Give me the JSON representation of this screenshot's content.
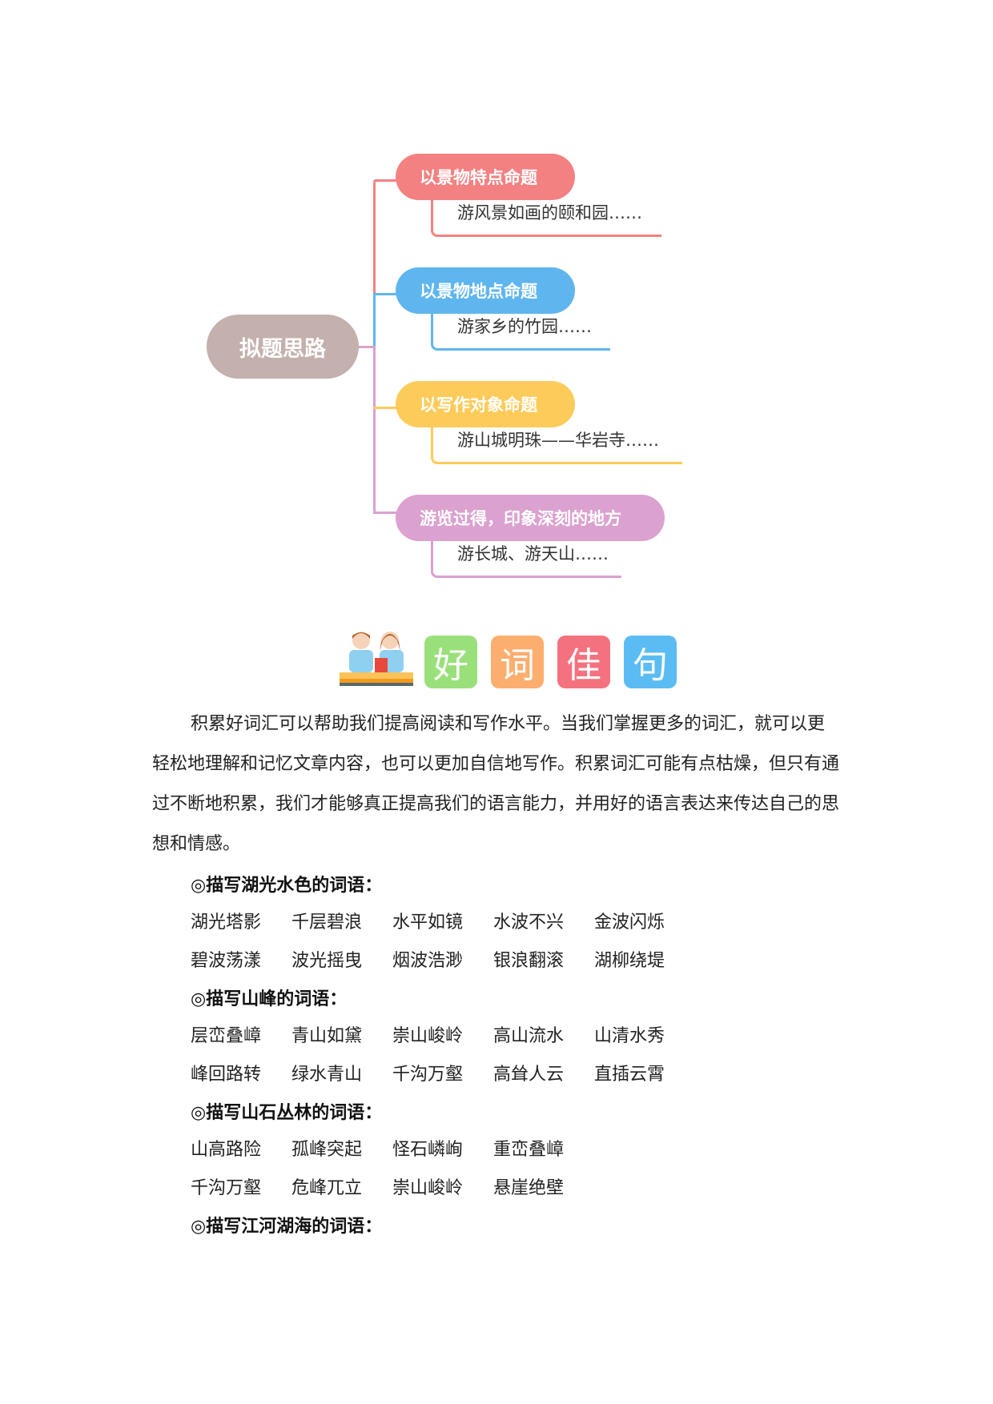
{
  "mindmap": {
    "root": "拟题思路",
    "branches": [
      {
        "label": "以景物特点命题",
        "example": "游风景如画的颐和园……",
        "color": "#f38181"
      },
      {
        "label": "以景物地点命题",
        "example": "游家乡的竹园……",
        "color": "#5fb6ee"
      },
      {
        "label": "以写作对象命题",
        "example": "游山城明珠——华岩寺……",
        "color": "#fdcb5a"
      },
      {
        "label": "游览过得，印象深刻的地方",
        "example": "游长城、游天山……",
        "color": "#dba1cf"
      }
    ],
    "root_color": "#c4b0ad"
  },
  "heading": {
    "tiles": [
      {
        "char": "好",
        "color": "#99e07a"
      },
      {
        "char": "词",
        "color": "#fcae6e"
      },
      {
        "char": "佳",
        "color": "#f4727f"
      },
      {
        "char": "句",
        "color": "#5bbcf3"
      }
    ]
  },
  "intro": "积累好词汇可以帮助我们提高阅读和写作水平。当我们掌握更多的词汇，就可以更轻松地理解和记忆文章内容，也可以更加自信地写作。积累词汇可能有点枯燥，但只有通过不断地积累，我们才能够真正提高我们的语言能力，并用好的语言表达来传达自己的思想和情感。",
  "sections": [
    {
      "title": "◎描写湖光水色的词语：",
      "rows": [
        [
          "湖光塔影",
          "千层碧浪",
          "水平如镜",
          "水波不兴",
          "金波闪烁"
        ],
        [
          "碧波荡漾",
          "波光摇曳",
          "烟波浩渺",
          "银浪翻滚",
          "湖柳绕堤"
        ]
      ]
    },
    {
      "title": "◎描写山峰的词语：",
      "rows": [
        [
          "层峦叠嶂",
          "青山如黛",
          "崇山峻岭",
          "高山流水",
          "山清水秀"
        ],
        [
          "峰回路转",
          "绿水青山",
          "千沟万壑",
          "高耸人云",
          "直插云霄"
        ]
      ]
    },
    {
      "title": "◎描写山石丛林的词语：",
      "rows": [
        [
          "山高路险",
          "孤峰突起",
          "怪石嶙峋",
          "重峦叠嶂"
        ],
        [
          "千沟万壑",
          "危峰兀立",
          "崇山峻岭",
          "悬崖绝壁"
        ]
      ]
    },
    {
      "title": "◎描写江河湖海的词语：",
      "rows": []
    }
  ]
}
